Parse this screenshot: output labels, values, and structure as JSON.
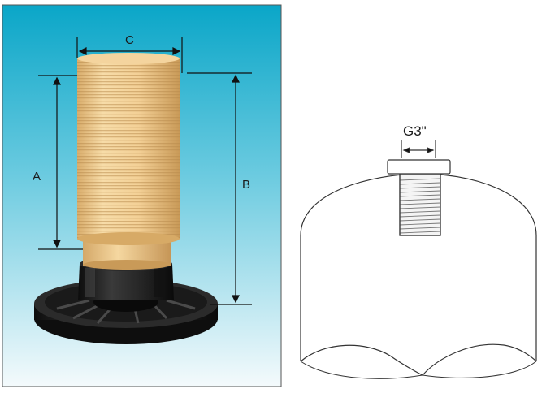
{
  "photo_panel": {
    "labels": {
      "a": "A",
      "b": "B",
      "c": "C"
    },
    "colors": {
      "gradient_top": "#0aa6c8",
      "gradient_bottom": "#f4fafc",
      "filter_body": "#f2cf94",
      "base": "#1c1c1c"
    }
  },
  "tank_drawing": {
    "thread_label": "G3\""
  }
}
